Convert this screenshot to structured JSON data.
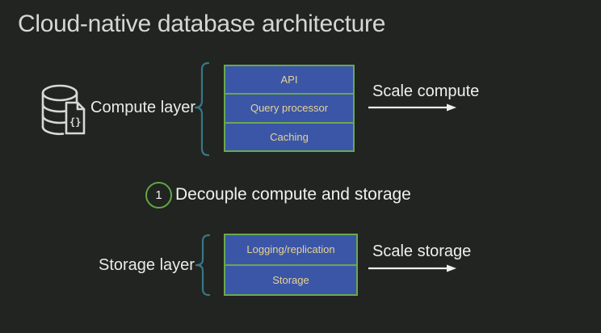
{
  "title": "Cloud-native database architecture",
  "step": {
    "number": "1",
    "label": "Decouple compute and storage"
  },
  "compute": {
    "label": "Compute layer",
    "icon": "database-code-icon",
    "icon_glyph": "{}",
    "boxes": [
      "API",
      "Query processor",
      "Caching"
    ],
    "scale_label": "Scale compute"
  },
  "storage": {
    "label": "Storage layer",
    "boxes": [
      "Logging/replication",
      "Storage"
    ],
    "scale_label": "Scale storage"
  },
  "colors": {
    "background": "#212420",
    "box_fill": "#3b56a7",
    "box_border": "#6aa84f",
    "box_text": "#e6d391",
    "brace": "#3a7589",
    "accent_green": "#61a746",
    "title_text": "#d3d8d3",
    "body_text": "#eef0ee"
  }
}
